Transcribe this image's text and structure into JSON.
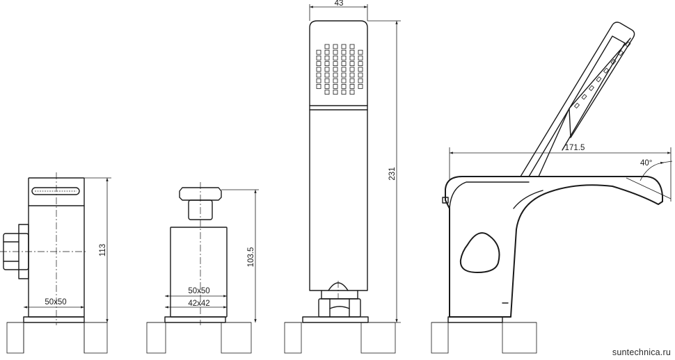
{
  "dimensions": {
    "spout_body_width": "50x50",
    "valve_body_width": "50x50",
    "valve_base_width": "42x42",
    "spout_height": "113",
    "valve_height": "103.5",
    "handshower_width": "43",
    "handshower_length": "231",
    "mixer_length": "171.5",
    "spout_angle": "40°"
  },
  "watermark": "suntechnica.ru"
}
